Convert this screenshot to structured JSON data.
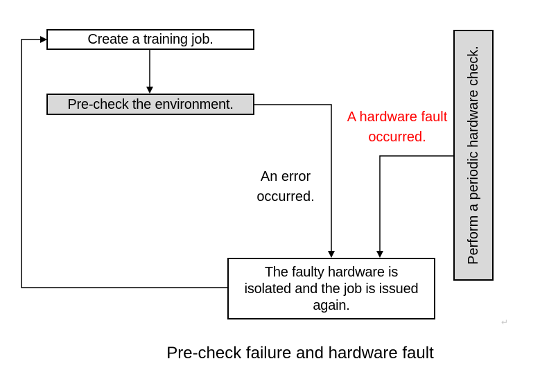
{
  "diagram": {
    "nodes": {
      "create_job": "Create a training job.",
      "precheck": "Pre-check the environment.",
      "isolate": "The faulty hardware is isolated and the job is issued again.",
      "periodic_check": "Perform a periodic hardware check."
    },
    "edge_labels": {
      "error": "An error occurred.",
      "hardware_fault": "A hardware fault occurred."
    },
    "colors": {
      "gray_fill": "#d9d9d9",
      "fault_label": "#ff0000"
    }
  },
  "caption": "Pre-check failure and hardware fault",
  "return_mark": "↵"
}
